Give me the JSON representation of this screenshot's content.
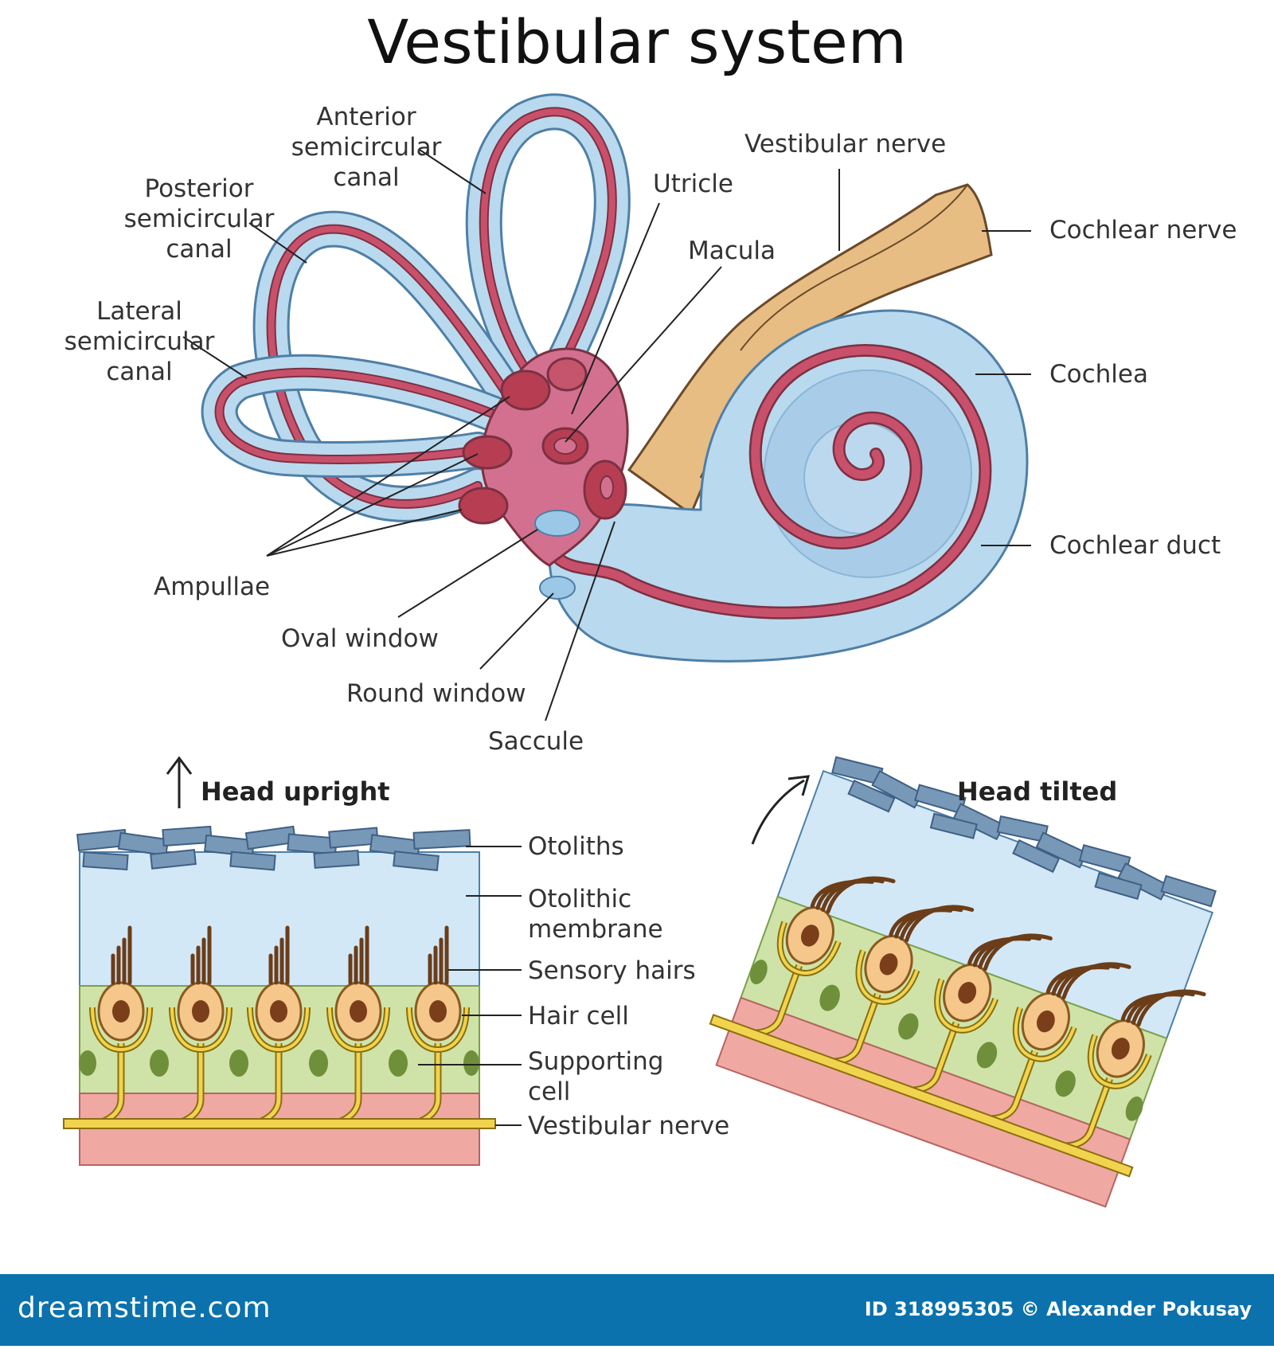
{
  "title": "Vestibular system",
  "labels": {
    "anterior_canal": "Anterior semicircular\ncanal",
    "posterior_canal": "Posterior semicircular\ncanal",
    "lateral_canal": "Lateral semicircular\ncanal",
    "utricle": "Utricle",
    "macula": "Macula",
    "vestibular_nerve_top": "Vestibular nerve",
    "cochlear_nerve": "Cochlear nerve",
    "cochlea": "Cochlea",
    "cochlear_duct": "Cochlear duct",
    "ampullae": "Ampullae",
    "oval_window": "Oval window",
    "round_window": "Round window",
    "saccule": "Saccule"
  },
  "panels": {
    "upright": "Head upright",
    "tilted": "Head tilted"
  },
  "macula_labels": {
    "otoliths": "Otoliths",
    "membrane": "Otolithic\nmembrane",
    "sensory_hairs": "Sensory hairs",
    "hair_cell": "Hair cell",
    "supporting_cell": "Supporting\ncell",
    "vestibular_nerve": "Vestibular nerve"
  },
  "footer": {
    "brand": "dreamstime.com",
    "credit": "ID 318995305 © Alexander Pokusay"
  },
  "colors": {
    "canal_outer": "#b9d9ee",
    "canal_stroke": "#4f7fa6",
    "duct_red": "#c9506b",
    "ampulla": "#b73e52",
    "nerve": "#e7bd83",
    "membrane": "#d2e8f7",
    "otolith": "#7898b8",
    "hair_cell_layer": "#cfe3a8",
    "basal_layer": "#f0a8a3",
    "nerve_fiber": "#f1d34e",
    "hair_cell": "#f5c78a",
    "footer": "#0b72ad"
  }
}
